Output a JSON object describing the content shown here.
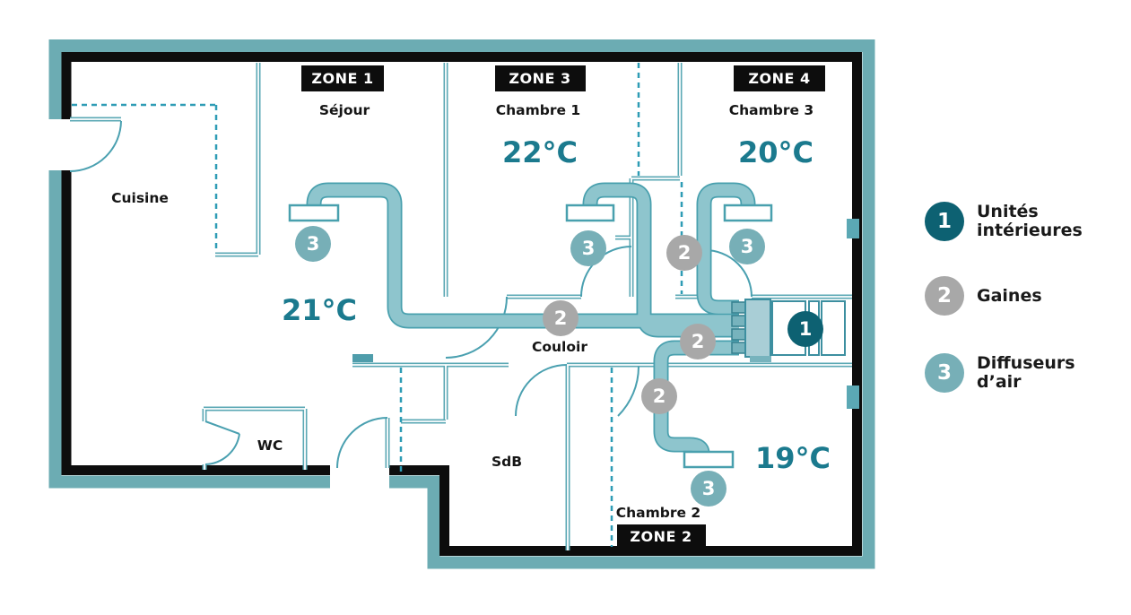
{
  "plan": {
    "zones": {
      "zone1": {
        "label": "ZONE 1",
        "room": "Séjour",
        "temp": "21°C"
      },
      "zone3": {
        "label": "ZONE 3",
        "room": "Chambre 1",
        "temp": "22°C"
      },
      "zone4": {
        "label": "ZONE 4",
        "room": "Chambre 3",
        "temp": "20°C"
      },
      "zone2": {
        "label": "ZONE 2",
        "room": "Chambre 2",
        "temp": "19°C"
      }
    },
    "rooms": {
      "cuisine": "Cuisine",
      "couloir": "Couloir",
      "wc": "WC",
      "sdb": "SdB"
    }
  },
  "badges": {
    "unit": "1",
    "gaine": "2",
    "diffuseur": "3"
  },
  "legend": {
    "items": [
      {
        "num": "1",
        "label_line1": "Unités",
        "label_line2": "intérieures"
      },
      {
        "num": "2",
        "label_line1": "Gaines",
        "label_line2": ""
      },
      {
        "num": "3",
        "label_line1": "Diffuseurs",
        "label_line2": "d’air"
      }
    ]
  },
  "colors": {
    "outer_band": "#6cacb3",
    "wall": "#0d0d0d",
    "thin_wall": "#5ba8b4",
    "dashed_boundary": "#2e9cb5",
    "duct_fill": "#8ec5cd",
    "duct_edge": "#49a0ae",
    "temp_text": "#1b7a8e",
    "zone_label_bg": "#0d0d0d",
    "zone_label_text": "#ffffff",
    "badge_unit": "#0d6172",
    "badge_gaine": "#a8a8a8",
    "badge_diffuseur": "#77afb7",
    "room_label_text": "#151515"
  }
}
